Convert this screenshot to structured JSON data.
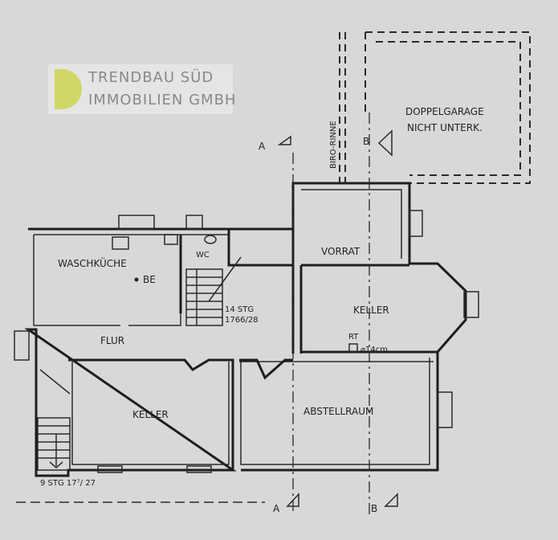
{
  "rooms": {
    "waschkueche": "WASCHKÜCHE",
    "be": "BE",
    "wc": "WC",
    "vorrat": "VORRAT",
    "keller_right": "KELLER",
    "flur": "FLUR",
    "keller_left": "KELLER",
    "abstellraum": "ABSTELLRAUM",
    "garage_line1": "DOPPELGARAGE",
    "garage_line2": "NICHT UNTERK."
  },
  "annotations": {
    "stairs_upper_1": "14 STG",
    "stairs_upper_2": "1766/28",
    "stairs_lower": "9 STG 17⁷/ 27",
    "rt": "RT",
    "chimney": "⌀14cm",
    "gutter": "BIRO-RINNE",
    "section_a_top": "A",
    "section_a_bottom": "A",
    "section_b_top": "B",
    "section_b_bottom": "B"
  },
  "watermark": {
    "line1": "TRENDBAU SÜD",
    "line2": "IMMOBILIEN GMBH"
  }
}
